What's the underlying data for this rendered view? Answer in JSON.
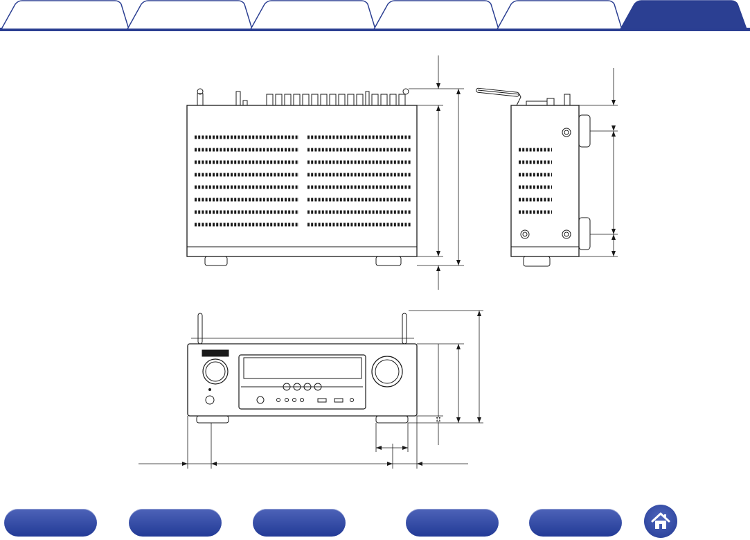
{
  "tabs": [
    {
      "id": "tab-1",
      "active": false
    },
    {
      "id": "tab-2",
      "active": false
    },
    {
      "id": "tab-3",
      "active": false
    },
    {
      "id": "tab-4",
      "active": false
    },
    {
      "id": "tab-5",
      "active": false
    },
    {
      "id": "tab-6",
      "active": true
    }
  ],
  "colors": {
    "tab_inactive": "#ffffff",
    "tab_active": "#2b3f92",
    "tab_border": "#2b3f92",
    "nav_button": "#2b3f92",
    "line": "#1a1a1a"
  },
  "bottom_nav": {
    "buttons": [
      "nav-button-1",
      "nav-button-2",
      "nav-button-3",
      "nav-button-4",
      "nav-button-5"
    ],
    "home_icon": "home-icon"
  },
  "figures": {
    "top_view": {
      "icon": "receiver-top-view"
    },
    "side_view": {
      "icon": "receiver-side-view"
    },
    "front_view": {
      "icon": "receiver-front-view"
    }
  }
}
